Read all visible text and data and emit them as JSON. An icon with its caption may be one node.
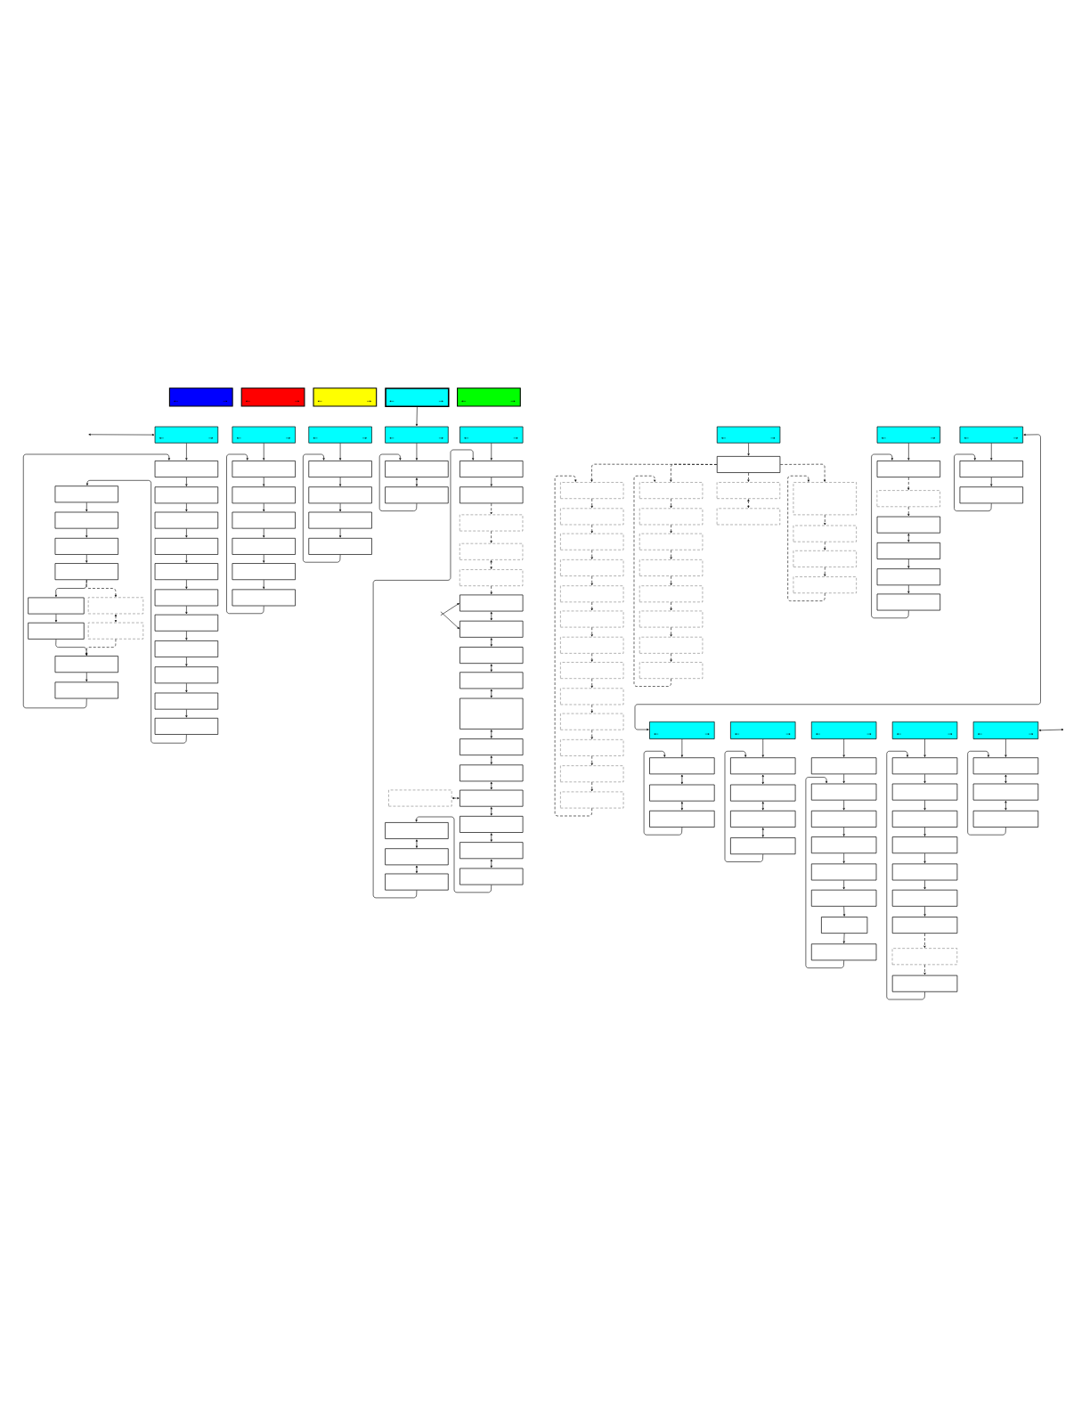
{
  "diagram": {
    "nodes": [
      {
        "text": [],
        "shape": "box"
      },
      {
        "text": [],
        "shape": "box"
      },
      {
        "text": [],
        "shape": "box"
      },
      {
        "text": [],
        "shape": "box"
      },
      {
        "text": [],
        "shape": "box"
      },
      {
        "text": [],
        "shape": "box"
      },
      {
        "text": [],
        "shape": "box"
      },
      {
        "text": [],
        "shape": "box"
      },
      {
        "text": [],
        "shape": "box"
      },
      {
        "text": [],
        "shape": "box"
      },
      {
        "text": [],
        "shape": "box"
      },
      {
        "text": [],
        "shape": "box"
      },
      {
        "text": [],
        "shape": "box"
      },
      {
        "text": [],
        "shape": "box"
      },
      {
        "text": [],
        "shape": "box"
      },
      {
        "text": [],
        "shape": "box"
      },
      {
        "text": [],
        "shape": "box"
      },
      {
        "text": [],
        "shape": "box"
      },
      {
        "text": [],
        "shape": "box"
      },
      {
        "text": [],
        "shape": "box"
      },
      {
        "text": [],
        "shape": "box"
      },
      {
        "text": [],
        "shape": "box"
      },
      {
        "text": [],
        "shape": "box"
      },
      {
        "text": [],
        "shape": "box"
      },
      {
        "text": [],
        "shape": "box"
      },
      {
        "text": [],
        "shape": "box"
      },
      {
        "text": [],
        "shape": "box"
      },
      {
        "text": [],
        "shape": "box"
      },
      {
        "text": [],
        "shape": "box"
      },
      {
        "text": [],
        "shape": "box"
      },
      {
        "text": [],
        "shape": "box"
      },
      {
        "text": [],
        "shape": "box"
      },
      {
        "text": [],
        "shape": "box"
      },
      {
        "text": [],
        "shape": "box"
      },
      {
        "text": [],
        "shape": "box"
      },
      {
        "text": [],
        "shape": "box"
      },
      {
        "text": [],
        "shape": "box"
      },
      {
        "text": [],
        "shape": "box"
      },
      {
        "text": [],
        "shape": "box"
      },
      {
        "text": [],
        "shape": "box"
      },
      {
        "text": [],
        "shape": "box"
      },
      {
        "text": [],
        "shape": "box"
      },
      {
        "text": [],
        "shape": "box"
      },
      {
        "text": [],
        "shape": "box"
      },
      {
        "text": [],
        "shape": "box"
      },
      {
        "text": [],
        "shape": "box"
      },
      {
        "text": [],
        "shape": "box"
      },
      {
        "text": [],
        "shape": "box"
      },
      {
        "text": [],
        "shape": "box"
      },
      {
        "text": [],
        "shape": "box"
      },
      {
        "text": [],
        "shape": "box"
      },
      {
        "text": [],
        "shape": "box"
      },
      {
        "text": [],
        "shape": "box"
      },
      {
        "text": [],
        "shape": "box"
      },
      {
        "text": [],
        "shape": "box"
      },
      {
        "text": [],
        "shape": "box"
      },
      {
        "text": [],
        "shape": "box"
      },
      {
        "text": [],
        "shape": "box"
      },
      {
        "text": [],
        "shape": "box"
      },
      {
        "text": [],
        "shape": "box"
      },
      {
        "text": [],
        "shape": "box"
      },
      {
        "text": [],
        "shape": "box"
      },
      {
        "text": [],
        "shape": "box"
      },
      {
        "text": [],
        "shape": "box"
      },
      {
        "text": [],
        "shape": "box"
      },
      {
        "text": [],
        "shape": "box"
      },
      {
        "text": [],
        "shape": "box"
      },
      {
        "text": [],
        "shape": "box"
      },
      {
        "text": [],
        "shape": "box"
      },
      {
        "text": [],
        "shape": "box"
      },
      {
        "text": [],
        "shape": "box"
      },
      {
        "text": [],
        "shape": "box"
      },
      {
        "text": [],
        "shape": "box"
      },
      {
        "text": [],
        "shape": "box"
      },
      {
        "text": [],
        "shape": "box"
      },
      {
        "text": [],
        "shape": "box"
      },
      {
        "text": [],
        "shape": "box"
      },
      {
        "text": [],
        "shape": "box"
      },
      {
        "text": [],
        "shape": "box"
      },
      {
        "text": [],
        "shape": "box"
      },
      {
        "text": [],
        "shape": "box"
      },
      {
        "text": [],
        "shape": "box"
      },
      {
        "text": [],
        "shape": "box"
      },
      {
        "text": [],
        "shape": "box"
      },
      {
        "text": [],
        "shape": "box"
      },
      {
        "text": [],
        "shape": "box"
      },
      {
        "text": [],
        "shape": "box"
      },
      {
        "text": [],
        "shape": "box"
      },
      {
        "text": [],
        "shape": "box"
      },
      {
        "text": [],
        "shape": "box"
      },
      {
        "text": [],
        "shape": "box"
      },
      {
        "text": [],
        "shape": "box"
      },
      {
        "text": [],
        "shape": "box"
      },
      {
        "text": [],
        "shape": "box"
      },
      {
        "text": [],
        "shape": "box"
      },
      {
        "text": [],
        "shape": "box"
      },
      {
        "text": [],
        "shape": "box"
      },
      {
        "text": [],
        "shape": "box"
      },
      {
        "text": [],
        "shape": "box"
      },
      {
        "text": [],
        "shape": "box"
      },
      {
        "text": [],
        "shape": "box"
      },
      {
        "text": [],
        "shape": "box"
      },
      {
        "text": [],
        "shape": "box"
      },
      {
        "text": [],
        "shape": "box"
      },
      {
        "text": [],
        "shape": "box"
      },
      {
        "text": [],
        "shape": "box"
      },
      {
        "text": [],
        "shape": "box"
      },
      {
        "text": [],
        "shape": "box"
      },
      {
        "text": [],
        "shape": "box"
      },
      {
        "text": [],
        "shape": "box"
      },
      {
        "text": [],
        "shape": "box"
      },
      {
        "text": [],
        "shape": "box"
      },
      {
        "text": [],
        "shape": "box"
      },
      {
        "text": [],
        "shape": "box"
      },
      {
        "text": [],
        "shape": "box"
      },
      {
        "text": [],
        "shape": "box"
      },
      {
        "text": [],
        "shape": "box"
      },
      {
        "text": [],
        "shape": "box"
      },
      {
        "text": [],
        "shape": "box"
      },
      {
        "text": [],
        "shape": "box"
      },
      {
        "text": [],
        "shape": "box"
      },
      {
        "text": [],
        "shape": "box"
      },
      {
        "text": [],
        "shape": "box"
      },
      {
        "text": [],
        "shape": "box"
      },
      {
        "text": [],
        "shape": "box"
      },
      {
        "text": [],
        "shape": "box"
      },
      {
        "text": [],
        "shape": "box"
      },
      {
        "text": [],
        "shape": "box"
      },
      {
        "text": [],
        "shape": "box"
      },
      {
        "text": [],
        "shape": "box"
      },
      {
        "text": [],
        "shape": "box"
      },
      {
        "text": [],
        "shape": "box"
      },
      {
        "text": [],
        "shape": "box"
      },
      {
        "text": [],
        "shape": "box"
      }
    ],
    "edges": [
      {
        "from": 3,
        "to": 8,
        "arrow": "to"
      },
      {
        "from": null,
        "to": 5,
        "arrow": "both"
      },
      {
        "from": 5,
        "to": 10,
        "arrow": "to"
      },
      {
        "from": 10,
        "to": 11,
        "arrow": "to"
      },
      {
        "from": 11,
        "to": 12,
        "arrow": "to"
      },
      {
        "from": 12,
        "to": 13,
        "arrow": "to"
      },
      {
        "from": 13,
        "to": 14,
        "arrow": "to"
      },
      {
        "from": 14,
        "to": 15,
        "arrow": "to"
      },
      {
        "from": 15,
        "to": 16,
        "arrow": "to"
      },
      {
        "from": 16,
        "to": 17,
        "arrow": "to"
      },
      {
        "from": 17,
        "to": 18,
        "arrow": "to"
      },
      {
        "from": 18,
        "to": 19,
        "arrow": "to"
      },
      {
        "from": 19,
        "to": 20,
        "arrow": "to"
      },
      {
        "from": 20,
        "to": 21,
        "arrow": "to"
      },
      {
        "from": 21,
        "to": 22,
        "arrow": "to"
      },
      {
        "from": 22,
        "to": 23,
        "arrow": "to"
      },
      {
        "from": 23,
        "to": 24,
        "arrow": "to"
      },
      {
        "from": 24,
        "to": 25,
        "arrow": "to"
      },
      {
        "from": 24,
        "to": 26,
        "arrow": "to",
        "style": "dashed"
      },
      {
        "from": 25,
        "to": 27,
        "arrow": "to"
      },
      {
        "from": 26,
        "to": 28,
        "arrow": "both",
        "style": "dashed"
      },
      {
        "from": 27,
        "to": 29,
        "arrow": "to"
      },
      {
        "from": 28,
        "to": 29,
        "arrow": "to",
        "style": "dashed"
      },
      {
        "from": 29,
        "to": 30,
        "arrow": "to"
      },
      {
        "from": 30,
        "to": 10,
        "arrow": "to"
      },
      {
        "from": 6,
        "to": 31,
        "arrow": "to"
      },
      {
        "from": 31,
        "to": 32,
        "arrow": "to"
      },
      {
        "from": 32,
        "to": 33,
        "arrow": "to"
      },
      {
        "from": 33,
        "to": 34,
        "arrow": "to"
      },
      {
        "from": 34,
        "to": 35,
        "arrow": "to"
      },
      {
        "from": 35,
        "to": 36,
        "arrow": "to"
      },
      {
        "from": 36,
        "to": 31,
        "arrow": "to"
      },
      {
        "from": 7,
        "to": 37,
        "arrow": "to"
      },
      {
        "from": 37,
        "to": 38,
        "arrow": "to"
      },
      {
        "from": 38,
        "to": 39,
        "arrow": "to"
      },
      {
        "from": 39,
        "to": 40,
        "arrow": "to"
      },
      {
        "from": 40,
        "to": 37,
        "arrow": "to"
      },
      {
        "from": 8,
        "to": 41,
        "arrow": "to"
      },
      {
        "from": 41,
        "to": 42,
        "arrow": "both"
      },
      {
        "from": 42,
        "to": 41,
        "arrow": "to"
      },
      {
        "from": 9,
        "to": 43,
        "arrow": "to"
      },
      {
        "from": 43,
        "to": 44,
        "arrow": "to"
      },
      {
        "from": 44,
        "to": 45,
        "arrow": "to",
        "style": "dashed"
      },
      {
        "from": 45,
        "to": 46,
        "arrow": "to",
        "style": "dashed"
      },
      {
        "from": 46,
        "to": 47,
        "arrow": "both",
        "style": "dashed"
      },
      {
        "from": 47,
        "to": 48,
        "arrow": "to",
        "style": "dashed"
      },
      {
        "from": 48,
        "to": 49,
        "arrow": "both"
      },
      {
        "from": 49,
        "to": 50,
        "arrow": "both"
      },
      {
        "from": 50,
        "to": 51,
        "arrow": "both"
      },
      {
        "from": 51,
        "to": 52,
        "arrow": "both"
      },
      {
        "from": 52,
        "to": 53,
        "arrow": "both"
      },
      {
        "from": 53,
        "to": 54,
        "arrow": "both"
      },
      {
        "from": 54,
        "to": 55,
        "arrow": "both"
      },
      {
        "from": 55,
        "to": 56,
        "arrow": "both"
      },
      {
        "from": 56,
        "to": 57,
        "arrow": "both"
      },
      {
        "from": 57,
        "to": 58,
        "arrow": "both"
      },
      {
        "from": 59,
        "to": 55,
        "arrow": "both",
        "style": "dashed"
      },
      {
        "from": 58,
        "to": 60,
        "arrow": "to"
      },
      {
        "from": 60,
        "to": 61,
        "arrow": "both"
      },
      {
        "from": 61,
        "to": 62,
        "arrow": "both"
      },
      {
        "from": 62,
        "to": 43,
        "arrow": "to"
      },
      {
        "from": null,
        "to": 48,
        "arrow": "to"
      },
      {
        "from": null,
        "to": 49,
        "arrow": "to"
      },
      {
        "from": 63,
        "to": 64,
        "arrow": "to"
      },
      {
        "from": 64,
        "to": 65,
        "arrow": "to",
        "style": "dashed"
      },
      {
        "from": 64,
        "to": 78,
        "arrow": "to",
        "style": "dashed"
      },
      {
        "from": 64,
        "to": 86,
        "arrow": "to",
        "style": "dashed"
      },
      {
        "from": 64,
        "to": 88,
        "arrow": "to",
        "style": "dashed"
      },
      {
        "from": 65,
        "to": 66,
        "arrow": "to",
        "style": "dashed"
      },
      {
        "from": 66,
        "to": 67,
        "arrow": "to",
        "style": "dashed"
      },
      {
        "from": 67,
        "to": 68,
        "arrow": "to",
        "style": "dashed"
      },
      {
        "from": 68,
        "to": 69,
        "arrow": "to",
        "style": "dashed"
      },
      {
        "from": 69,
        "to": 70,
        "arrow": "to",
        "style": "dashed"
      },
      {
        "from": 70,
        "to": 71,
        "arrow": "to",
        "style": "dashed"
      },
      {
        "from": 71,
        "to": 72,
        "arrow": "to",
        "style": "dashed"
      },
      {
        "from": 72,
        "to": 73,
        "arrow": "to",
        "style": "dashed"
      },
      {
        "from": 73,
        "to": 74,
        "arrow": "to",
        "style": "dashed"
      },
      {
        "from": 74,
        "to": 75,
        "arrow": "to",
        "style": "dashed"
      },
      {
        "from": 75,
        "to": 76,
        "arrow": "to",
        "style": "dashed"
      },
      {
        "from": 76,
        "to": 77,
        "arrow": "to",
        "style": "dashed"
      },
      {
        "from": 77,
        "to": 65,
        "arrow": "to",
        "style": "dashed"
      },
      {
        "from": 78,
        "to": 79,
        "arrow": "to",
        "style": "dashed"
      },
      {
        "from": 79,
        "to": 80,
        "arrow": "to",
        "style": "dashed"
      },
      {
        "from": 80,
        "to": 81,
        "arrow": "to",
        "style": "dashed"
      },
      {
        "from": 81,
        "to": 82,
        "arrow": "to",
        "style": "dashed"
      },
      {
        "from": 82,
        "to": 83,
        "arrow": "to",
        "style": "dashed"
      },
      {
        "from": 83,
        "to": 84,
        "arrow": "to",
        "style": "dashed"
      },
      {
        "from": 84,
        "to": 85,
        "arrow": "to",
        "style": "dashed"
      },
      {
        "from": 85,
        "to": 78,
        "arrow": "to",
        "style": "dashed"
      },
      {
        "from": 86,
        "to": 87,
        "arrow": "both",
        "style": "dashed"
      },
      {
        "from": 88,
        "to": 89,
        "arrow": "to",
        "style": "dashed"
      },
      {
        "from": 89,
        "to": 90,
        "arrow": "to",
        "style": "dashed"
      },
      {
        "from": 90,
        "to": 91,
        "arrow": "to",
        "style": "dashed"
      },
      {
        "from": 91,
        "to": 88,
        "arrow": "to",
        "style": "dashed"
      },
      {
        "from": 92,
        "to": 93,
        "arrow": "to"
      },
      {
        "from": 93,
        "to": 94,
        "arrow": "to",
        "style": "dashed"
      },
      {
        "from": 94,
        "to": 95,
        "arrow": "to",
        "style": "dashed"
      },
      {
        "from": 95,
        "to": 96,
        "arrow": "both"
      },
      {
        "from": 96,
        "to": 97,
        "arrow": "to"
      },
      {
        "from": 97,
        "to": 98,
        "arrow": "to"
      },
      {
        "from": 98,
        "to": 93,
        "arrow": "to"
      },
      {
        "from": 99,
        "to": 100,
        "arrow": "to"
      },
      {
        "from": 100,
        "to": 101,
        "arrow": "to"
      },
      {
        "from": 101,
        "to": 100,
        "arrow": "to"
      },
      {
        "from": 99,
        "to": 102,
        "arrow": "both"
      },
      {
        "from": 102,
        "to": 107,
        "arrow": "to"
      },
      {
        "from": 107,
        "to": 108,
        "arrow": "both"
      },
      {
        "from": 108,
        "to": 109,
        "arrow": "both"
      },
      {
        "from": 109,
        "to": 107,
        "arrow": "to"
      },
      {
        "from": 103,
        "to": 110,
        "arrow": "to"
      },
      {
        "from": 110,
        "to": 111,
        "arrow": "both"
      },
      {
        "from": 111,
        "to": 112,
        "arrow": "both"
      },
      {
        "from": 112,
        "to": 113,
        "arrow": "both"
      },
      {
        "from": 113,
        "to": 110,
        "arrow": "to"
      },
      {
        "from": 104,
        "to": 114,
        "arrow": "to"
      },
      {
        "from": 114,
        "to": 115,
        "arrow": "to"
      },
      {
        "from": 115,
        "to": 116,
        "arrow": "to"
      },
      {
        "from": 116,
        "to": 117,
        "arrow": "to"
      },
      {
        "from": 117,
        "to": 118,
        "arrow": "to"
      },
      {
        "from": 118,
        "to": 119,
        "arrow": "to"
      },
      {
        "from": 119,
        "to": 120,
        "arrow": "to"
      },
      {
        "from": 120,
        "to": 121,
        "arrow": "to"
      },
      {
        "from": 121,
        "to": 115,
        "arrow": "to"
      },
      {
        "from": 105,
        "to": 122,
        "arrow": "to"
      },
      {
        "from": 122,
        "to": 123,
        "arrow": "to"
      },
      {
        "from": 123,
        "to": 124,
        "arrow": "to"
      },
      {
        "from": 124,
        "to": 125,
        "arrow": "to"
      },
      {
        "from": 125,
        "to": 126,
        "arrow": "to"
      },
      {
        "from": 126,
        "to": 127,
        "arrow": "to"
      },
      {
        "from": 127,
        "to": 128,
        "arrow": "to"
      },
      {
        "from": 128,
        "to": 129,
        "arrow": "to",
        "style": "dashed"
      },
      {
        "from": 129,
        "to": 130,
        "arrow": "to",
        "style": "dashed"
      },
      {
        "from": 130,
        "to": 122,
        "arrow": "to"
      },
      {
        "from": 106,
        "to": 131,
        "arrow": "to"
      },
      {
        "from": 131,
        "to": 132,
        "arrow": "both"
      },
      {
        "from": 132,
        "to": 133,
        "arrow": "both"
      },
      {
        "from": 133,
        "to": 131,
        "arrow": "to"
      },
      {
        "from": null,
        "to": 106,
        "arrow": "both"
      }
    ]
  }
}
